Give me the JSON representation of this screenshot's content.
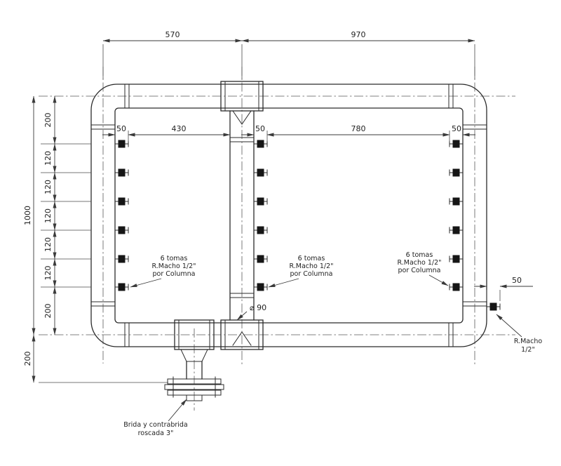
{
  "dimensions": {
    "top_left_span": "570",
    "top_right_span": "970",
    "overall_height": "1000",
    "left_chain": [
      "200",
      "120",
      "120",
      "120",
      "120",
      "120",
      "200"
    ],
    "bottom_left_offset": "200",
    "tap_offset_left": "50",
    "span_left_inner": "430",
    "tap_offset_mid": "50",
    "span_right_inner": "780",
    "tap_offset_right": "50",
    "tap_offset_bottom_right": "50",
    "pipe_diameter": "⌀ 90"
  },
  "notes": {
    "column_note": [
      "6 tomas",
      "R.Macho 1/2\"",
      "por Columna"
    ],
    "bottom_right_tap": [
      "R.Macho",
      "1/2\""
    ],
    "flange": [
      "Brida y contrabrida",
      "roscada 3\""
    ]
  }
}
